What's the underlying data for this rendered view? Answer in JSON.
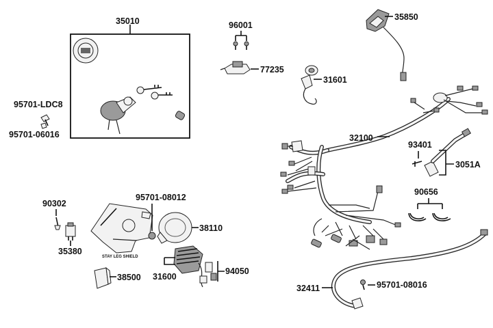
{
  "parts": {
    "p35010": "35010",
    "p96001": "96001",
    "p35850": "35850",
    "p77235": "77235",
    "p31601": "31601",
    "p95701_ldc8": "95701-LDC8",
    "p95701_06016": "95701-06016",
    "p32100": "32100",
    "p93401": "93401",
    "p3051a": "3051A",
    "p90656": "90656",
    "p90302": "90302",
    "p95701_08012": "95701-08012",
    "p38110": "38110",
    "p35380": "35380",
    "p31600": "31600",
    "p94050": "94050",
    "p38500": "38500",
    "p32411": "32411",
    "p95701_08016": "95701-08016"
  },
  "notes": {
    "stay_leg_shield": "STAY LEG SHIELD"
  }
}
